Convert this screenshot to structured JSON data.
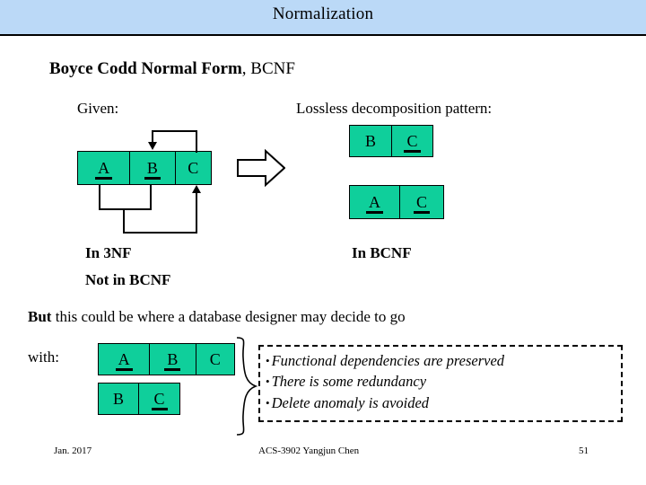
{
  "slide": {
    "title": "Normalization",
    "title_bar_color": "#bbd9f7",
    "relation_fill_color": "#0fcf9b"
  },
  "heading": {
    "bold_part": "Boyce Codd Normal Form",
    "rest_part": ", BCNF"
  },
  "labels": {
    "given": "Given:",
    "lossless": "Lossless decomposition pattern:",
    "in_3nf": "In  3NF",
    "not_in_bcnf": "Not in BCNF",
    "in_bcnf": "In BCNF",
    "with": "with:"
  },
  "paragraph": {
    "bold_lead": "But",
    "rest": " this could be where a database designer may decide to go"
  },
  "relations": {
    "given": {
      "name": "given-relation",
      "cells": [
        {
          "label": "A",
          "key": true
        },
        {
          "label": "B",
          "key": true
        },
        {
          "label": "C",
          "key": false
        }
      ]
    },
    "lossless_top": {
      "name": "bc-relation",
      "cells": [
        {
          "label": "B",
          "key": false
        },
        {
          "label": "C",
          "key": true
        }
      ]
    },
    "lossless_bottom": {
      "name": "ac-relation",
      "cells": [
        {
          "label": "A",
          "key": true
        },
        {
          "label": "C",
          "key": true
        }
      ]
    },
    "bottom_abc": {
      "name": "abc-relation",
      "cells": [
        {
          "label": "A",
          "key": true
        },
        {
          "label": "B",
          "key": true
        },
        {
          "label": "C",
          "key": false
        }
      ]
    },
    "bottom_bc": {
      "name": "bc-relation-bottom",
      "cells": [
        {
          "label": "B",
          "key": false
        },
        {
          "label": "C",
          "key": true
        }
      ]
    }
  },
  "note_box": {
    "bullet": "•",
    "lines": [
      "Functional dependencies are preserved",
      "There is some redundancy",
      "Delete anomaly is avoided"
    ]
  },
  "footer": {
    "date": "Jan. 2017",
    "course": "ACS-3902  Yangjun Chen",
    "page": "51"
  }
}
